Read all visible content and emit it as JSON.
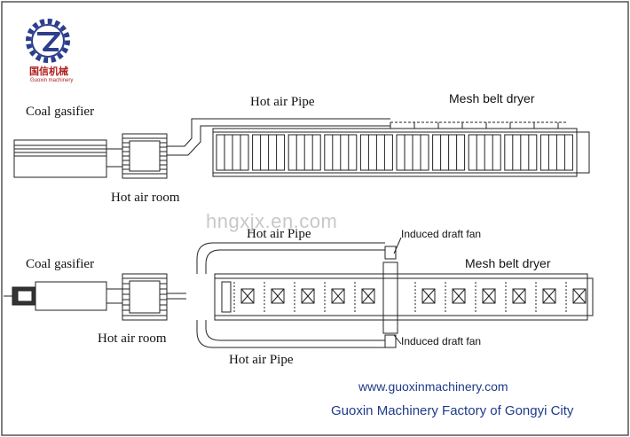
{
  "logo": {
    "chinese": "国信机械",
    "english": "Guoxin machinery",
    "brand_color": "#2c3e8c",
    "text_color": "#b02020",
    "icon": "gear-logo-icon"
  },
  "top_diagram": {
    "label_gasifier": "Coal gasifier",
    "label_pipe": "Hot air Pipe",
    "label_dryer": "Mesh belt dryer",
    "label_room": "Hot air room"
  },
  "bottom_diagram": {
    "label_gasifier": "Coal gasifier",
    "label_pipe_top": "Hot air Pipe",
    "label_fan_top": "Induced draft fan",
    "label_dryer": "Mesh belt dryer",
    "label_room": "Hot air room",
    "label_fan_bottom": "Induced draft fan",
    "label_pipe_bottom": "Hot air Pipe"
  },
  "watermark": "hngxjx.en.com",
  "footer": {
    "website": "www.guoxinmachinery.com",
    "company": "Guoxin Machinery Factory of Gongyi City",
    "text_color": "#1f3a8a"
  }
}
